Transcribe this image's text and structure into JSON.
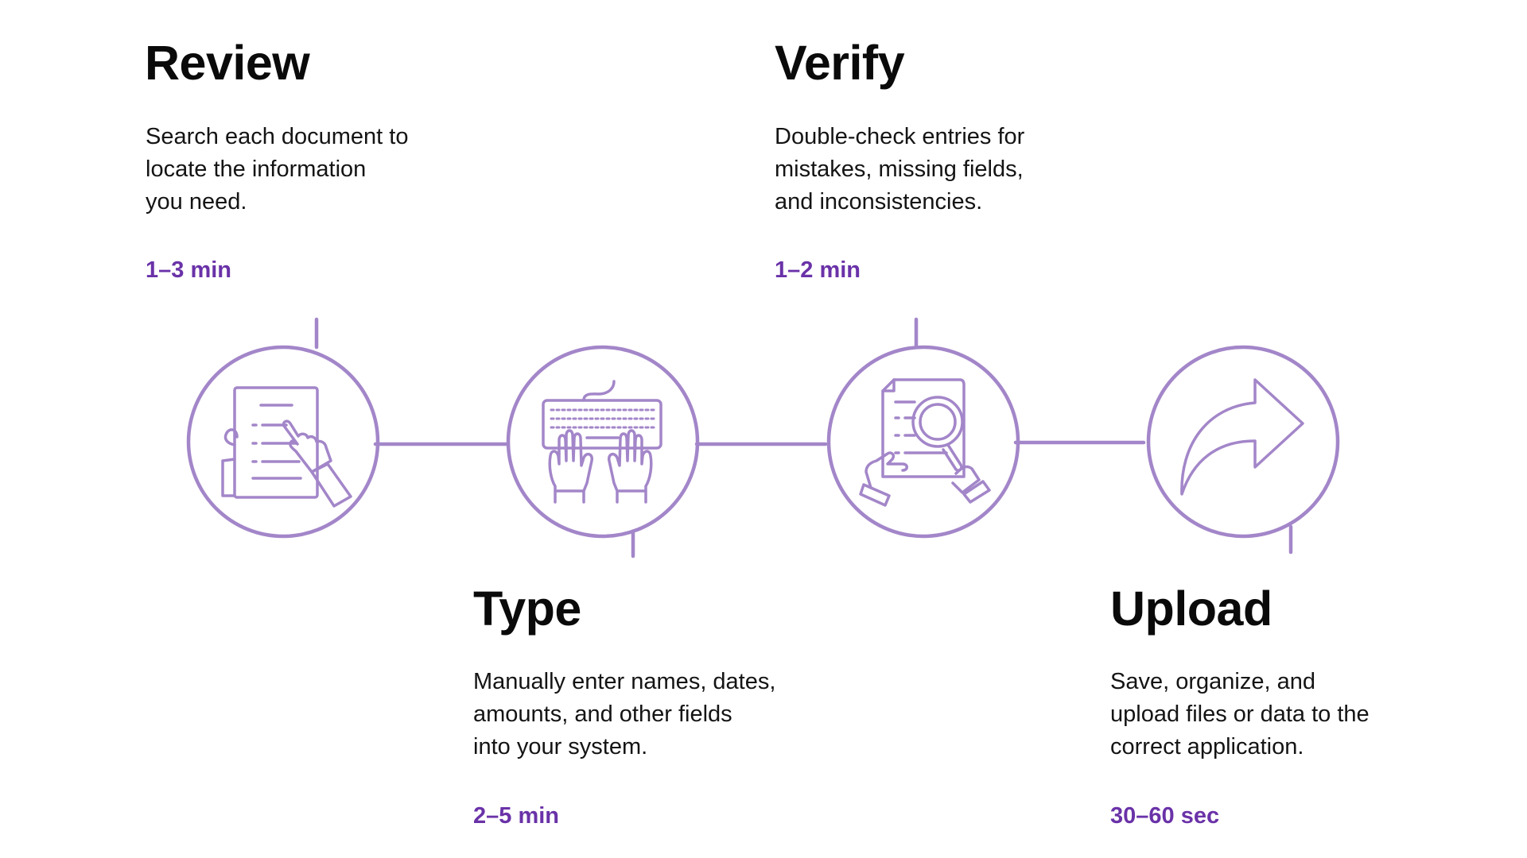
{
  "colors": {
    "accent": "#6a32a8",
    "diagram_stroke": "#a386c9",
    "title": "#0a0a0a",
    "body_text": "#141414",
    "background": "#ffffff"
  },
  "steps": [
    {
      "title": "Review",
      "description_lines": [
        "Search each document to",
        "locate the information",
        "you need."
      ],
      "time": "1–3 min",
      "icon": "document-pointing-hand-icon"
    },
    {
      "title": "Type",
      "description_lines": [
        "Manually enter names, dates,",
        "amounts, and other fields",
        "into your system."
      ],
      "time": "2–5 min",
      "icon": "keyboard-hands-icon"
    },
    {
      "title": "Verify",
      "description_lines": [
        "Double-check entries for",
        "mistakes, missing fields,",
        "and inconsistencies."
      ],
      "time": "1–2 min",
      "icon": "document-magnifier-icon"
    },
    {
      "title": "Upload",
      "description_lines": [
        "Save, organize, and",
        "upload files or data to the",
        "correct application."
      ],
      "time": "30–60 sec",
      "icon": "share-arrow-icon"
    }
  ]
}
